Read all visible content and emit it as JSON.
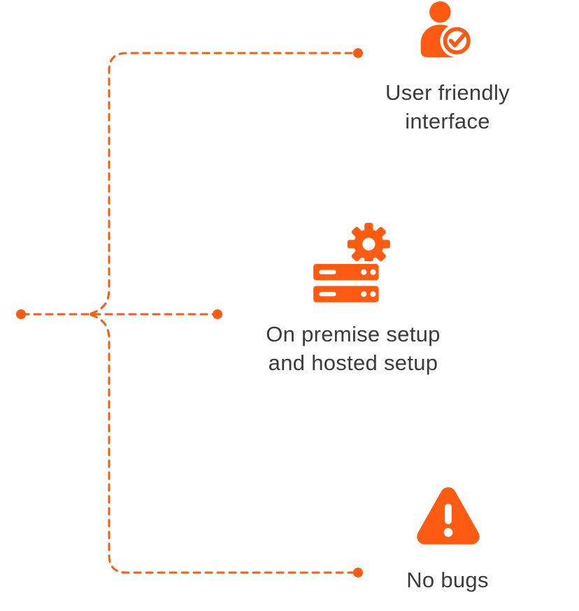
{
  "diagram": {
    "accent_color": "#FD5A12",
    "text_color": "#3B3B3B",
    "features": [
      {
        "id": "user-friendly-interface",
        "icon": "user-check-icon",
        "lines": [
          "User friendly",
          "interface"
        ]
      },
      {
        "id": "on-premise-and-hosted-setup",
        "icon": "server-gear-icon",
        "lines": [
          "On premise setup",
          "and hosted setup"
        ]
      },
      {
        "id": "no-bugs",
        "icon": "warning-triangle-icon",
        "lines": [
          "No bugs"
        ]
      }
    ]
  }
}
